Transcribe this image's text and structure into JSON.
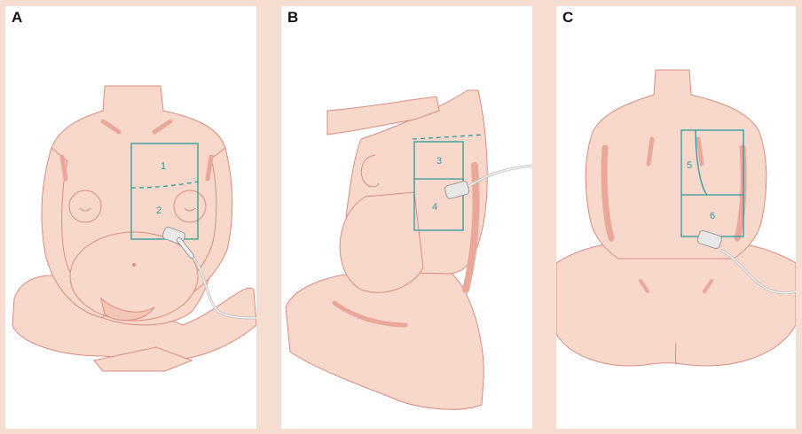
{
  "panels": [
    {
      "letter": "A",
      "zones": [
        "1",
        "2"
      ]
    },
    {
      "letter": "B",
      "zones": [
        "3",
        "4"
      ]
    },
    {
      "letter": "C",
      "zones": [
        "5",
        "6"
      ]
    }
  ],
  "colors": {
    "skin": "#f9d8cc",
    "skin_shade": "#e9a89a",
    "outline": "#d98c80",
    "zone_line": "#2a9a9e",
    "background": "#f6ddd2",
    "probe": "#e8e8e8"
  },
  "icons": [
    "ultrasound-probe-icon"
  ]
}
